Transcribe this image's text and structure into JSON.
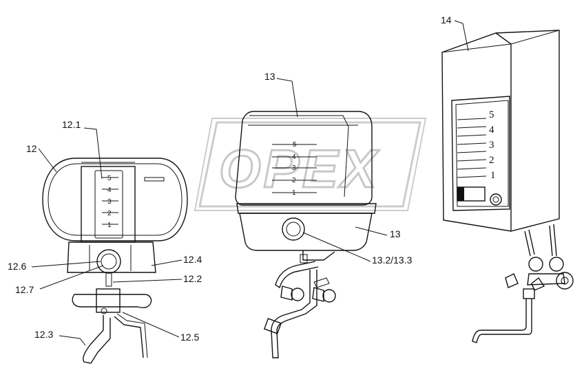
{
  "watermark": "OPEX",
  "callouts": {
    "c12": "12",
    "c12_1": "12.1",
    "c12_2": "12.2",
    "c12_3": "12.3",
    "c12_4": "12.4",
    "c12_5": "12.5",
    "c12_6": "12.6",
    "c12_7": "12.7",
    "c13_top": "13",
    "c13_side": "13",
    "c13_2_3": "13.2/13.3",
    "c14": "14"
  },
  "heater12_scale": [
    "5",
    "4",
    "3",
    "2",
    "1"
  ],
  "heater13_scale": [
    "5",
    "4",
    "3",
    "2",
    "1"
  ],
  "heater14_scale": [
    "5",
    "4",
    "3",
    "2",
    "1"
  ]
}
